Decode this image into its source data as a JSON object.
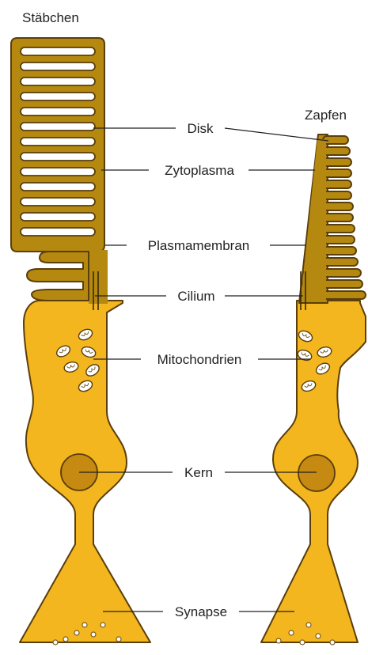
{
  "labels": {
    "rod_title": "Stäbchen",
    "cone_title": "Zapfen",
    "disk": "Disk",
    "cytoplasm": "Zytoplasma",
    "plasma_membrane": "Plasmamembran",
    "cilium": "Cilium",
    "mitochondria": "Mitochondrien",
    "nucleus": "Kern",
    "synapse": "Synapse"
  },
  "colors": {
    "outer_segment": "#b5890f",
    "inner_segment": "#f3b61f",
    "nucleus": "#c68a12",
    "outline": "#5a3e0c"
  }
}
